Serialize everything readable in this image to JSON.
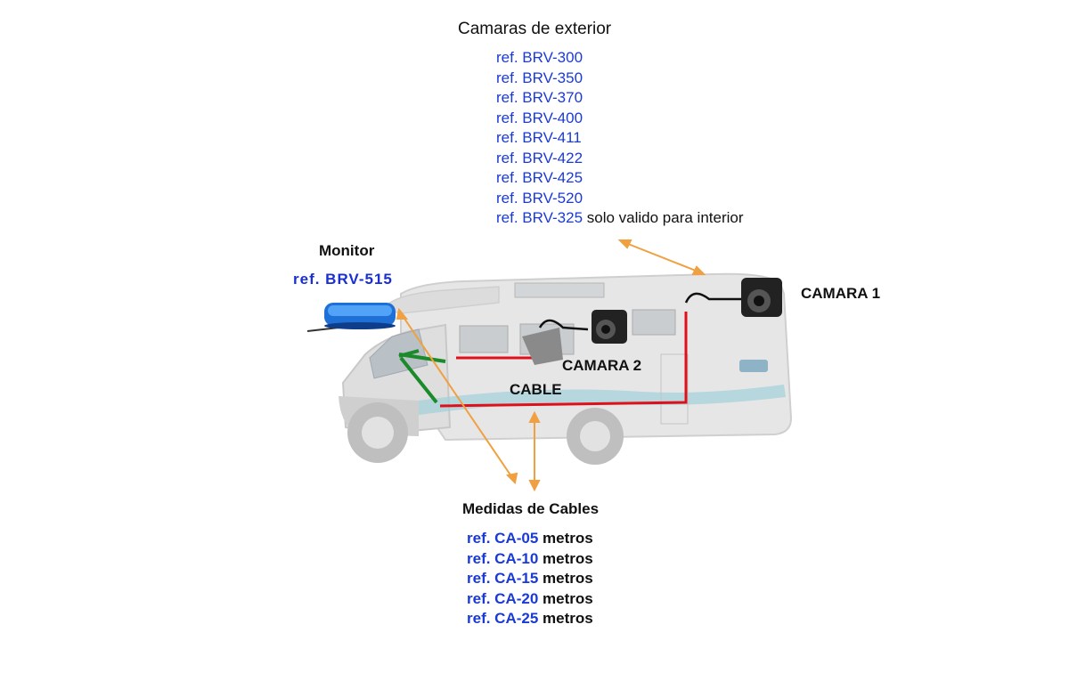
{
  "exterior_cameras": {
    "title": "Camaras de exterior",
    "refs": [
      {
        "ref": "ref. BRV-300",
        "note": ""
      },
      {
        "ref": "ref. BRV-350",
        "note": ""
      },
      {
        "ref": "ref. BRV-370",
        "note": ""
      },
      {
        "ref": "ref. BRV-400",
        "note": ""
      },
      {
        "ref": "ref. BRV-411",
        "note": ""
      },
      {
        "ref": "ref. BRV-422",
        "note": ""
      },
      {
        "ref": "ref. BRV-425",
        "note": ""
      },
      {
        "ref": "ref. BRV-520",
        "note": ""
      },
      {
        "ref": "ref. BRV-325",
        "note": " solo valido para interior"
      }
    ]
  },
  "monitor": {
    "title": "Monitor",
    "ref": "ref. BRV-515"
  },
  "labels": {
    "camera1": "CAMARA 1",
    "camera2": "CAMARA 2",
    "cable": "CABLE"
  },
  "cables": {
    "title": "Medidas de Cables",
    "items": [
      {
        "ref": "ref. CA-05",
        "unit": " metros"
      },
      {
        "ref": "ref. CA-10",
        "unit": " metros"
      },
      {
        "ref": "ref. CA-15",
        "unit": " metros"
      },
      {
        "ref": "ref. CA-20",
        "unit": " metros"
      },
      {
        "ref": "ref. CA-25",
        "unit": " metros"
      }
    ]
  },
  "colors": {
    "ref_blue": "#1a3ad6",
    "cable_red": "#e0101a",
    "wire_green": "#1a8a2a",
    "arrow_orange": "#f0a040",
    "van_gray": "#d8d8d8"
  }
}
